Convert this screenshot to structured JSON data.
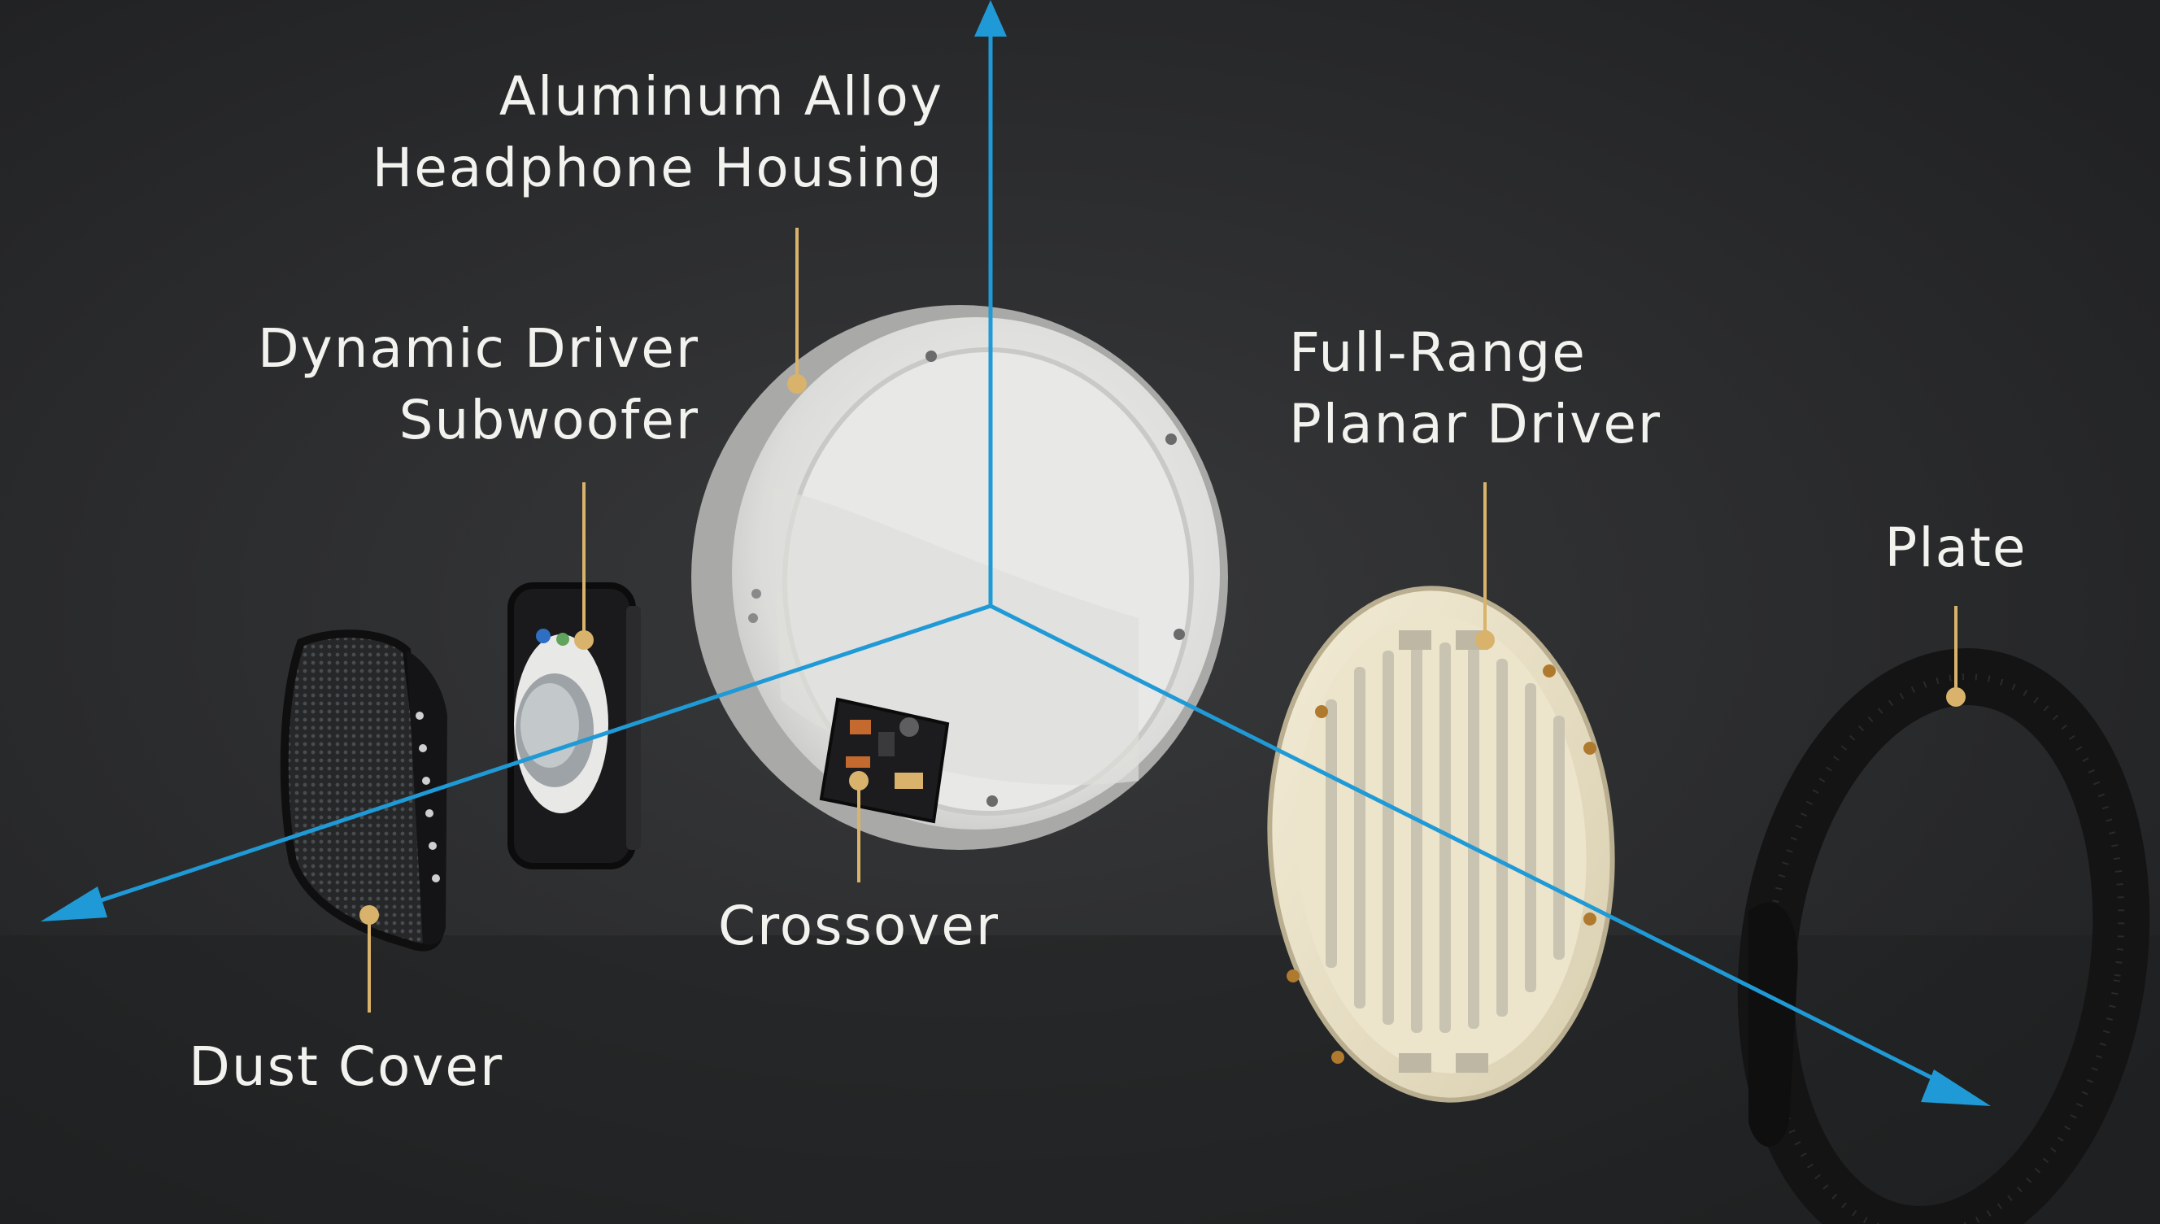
{
  "labels": {
    "housing": [
      "Aluminum Alloy",
      "Headphone Housing"
    ],
    "dynamic_driver": [
      "Dynamic Driver",
      "Subwoofer"
    ],
    "planar_driver": [
      "Full-Range",
      "Planar Driver"
    ],
    "plate": "Plate",
    "crossover": "Crossover",
    "dust_cover": "Dust Cover"
  },
  "colors": {
    "background": "#2a2b2d",
    "axis": "#1f9ad6",
    "leader": "#d9b36b",
    "text": "#f2f2ef"
  }
}
